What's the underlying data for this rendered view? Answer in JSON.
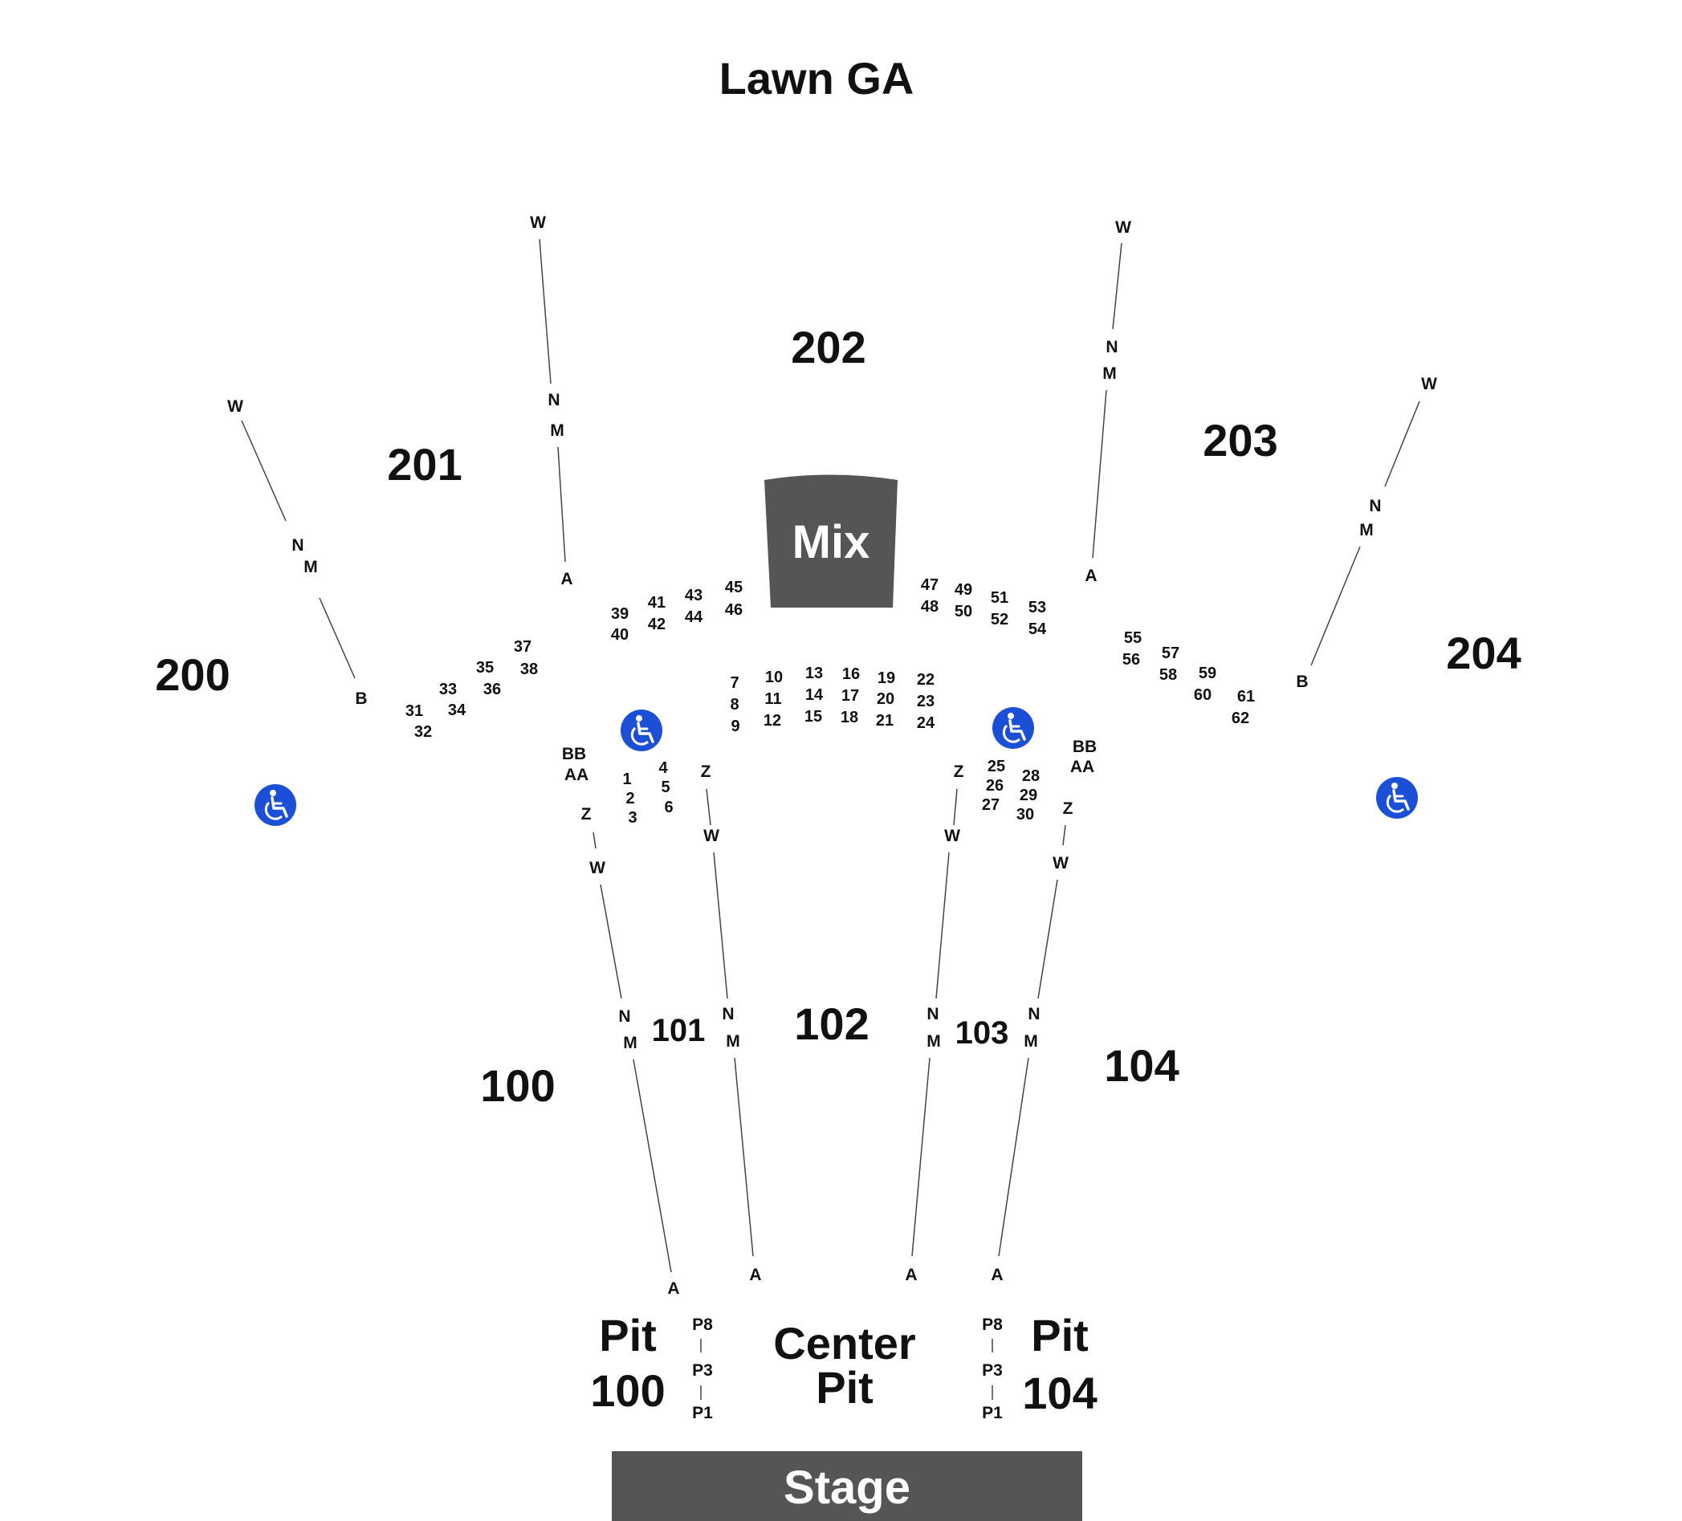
{
  "venue_map": {
    "lawn_label": "Lawn GA",
    "mix_label": "Mix",
    "stage_label": "Stage",
    "center_pit_label": [
      "Center",
      "Pit"
    ],
    "pit_left_label": [
      "Pit",
      "100"
    ],
    "pit_right_label": [
      "Pit",
      "104"
    ],
    "pit_rows": [
      "P8",
      "P3",
      "P1"
    ],
    "sections": {
      "s200": "200",
      "s201": "201",
      "s202": "202",
      "s203": "203",
      "s204": "204",
      "s100": "100",
      "s101": "101",
      "s102": "102",
      "s103": "103",
      "s104": "104"
    },
    "row_labels": {
      "W": "W",
      "N": "N",
      "M": "M",
      "A": "A",
      "B": "B",
      "Z": "Z",
      "AA": "AA",
      "BB": "BB"
    },
    "box_numbers": [
      "1",
      "2",
      "3",
      "4",
      "5",
      "6",
      "7",
      "8",
      "9",
      "10",
      "11",
      "12",
      "13",
      "14",
      "15",
      "16",
      "17",
      "18",
      "19",
      "20",
      "21",
      "22",
      "23",
      "24",
      "25",
      "26",
      "27",
      "28",
      "29",
      "30",
      "31",
      "32",
      "33",
      "34",
      "35",
      "36",
      "37",
      "38",
      "39",
      "40",
      "41",
      "42",
      "43",
      "44",
      "45",
      "46",
      "47",
      "48",
      "49",
      "50",
      "51",
      "52",
      "53",
      "54",
      "55",
      "56",
      "57",
      "58",
      "59",
      "60",
      "61",
      "62"
    ],
    "accessibility_icon": "wheelchair-icon",
    "colors": {
      "mix_box": "#555555",
      "stage": "#555555",
      "accessible": "#1a4fd6"
    }
  }
}
